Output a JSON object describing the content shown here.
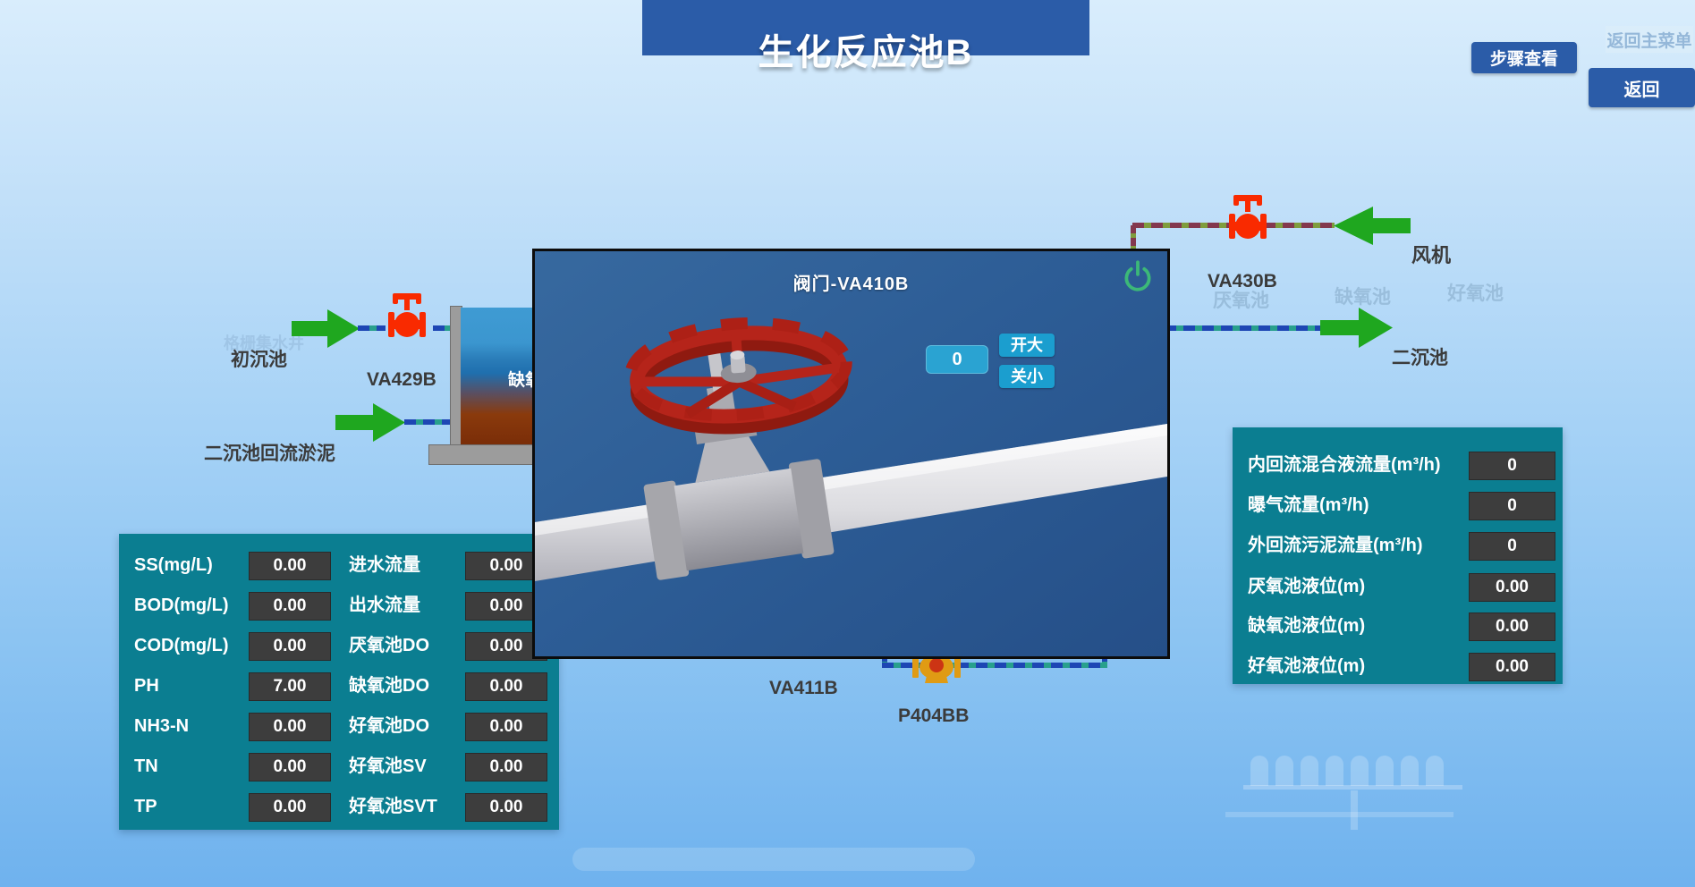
{
  "page_title": "生化反应池B",
  "header": {
    "ghost_button": "返回主菜单",
    "steps_button": "步骤查看",
    "back_button": "返回"
  },
  "flow": {
    "inflow_label": "初沉池",
    "valve_left_label": "VA429B",
    "sludge_return_label": "二沉池回流淤泥",
    "tank_partial_label": "缺氧",
    "blower_label": "风机",
    "valve_air_label": "VA430B",
    "outflow_label": "二沉池",
    "valve_bottom_label": "VA411B",
    "pump_label": "P404BB",
    "watermark_anaerobic": "厌氧池",
    "watermark_anoxic": "缺氧池",
    "watermark_aerobic": "好氧池",
    "watermark_grit": "格栅集水井"
  },
  "left_panel": {
    "rows": [
      {
        "label1": "SS(mg/L)",
        "value1": "0.00",
        "label2": "进水流量",
        "value2": "0.00"
      },
      {
        "label1": "BOD(mg/L)",
        "value1": "0.00",
        "label2": "出水流量",
        "value2": "0.00"
      },
      {
        "label1": "COD(mg/L)",
        "value1": "0.00",
        "label2": "厌氧池DO",
        "value2": "0.00"
      },
      {
        "label1": "PH",
        "value1": "7.00",
        "label2": "缺氧池DO",
        "value2": "0.00"
      },
      {
        "label1": "NH3-N",
        "value1": "0.00",
        "label2": "好氧池DO",
        "value2": "0.00"
      },
      {
        "label1": "TN",
        "value1": "0.00",
        "label2": "好氧池SV",
        "value2": "0.00"
      },
      {
        "label1": "TP",
        "value1": "0.00",
        "label2": "好氧池SVT",
        "value2": "0.00"
      }
    ]
  },
  "right_panel": {
    "rows": [
      {
        "label": "内回流混合液流量(m³/h)",
        "value": "0"
      },
      {
        "label": "曝气流量(m³/h)",
        "value": "0"
      },
      {
        "label": "外回流污泥流量(m³/h)",
        "value": "0"
      },
      {
        "label": "厌氧池液位(m)",
        "value": "0.00"
      },
      {
        "label": "缺氧池液位(m)",
        "value": "0.00"
      },
      {
        "label": "好氧池液位(m)",
        "value": "0.00"
      }
    ]
  },
  "modal": {
    "title": "阀门-VA410B",
    "opening_value": "0",
    "open_more_button": "开大",
    "close_down_button": "关小"
  },
  "colors": {
    "accent_blue": "#2b5ca8",
    "panel_teal": "#0b7e91",
    "value_box_gray": "#3d3d3d",
    "button_cyan": "#1b9ecf",
    "valve_red": "#f92a00",
    "arrow_green": "#1fa71f",
    "power_green": "#3cb878",
    "pump_orange": "#e09b14"
  }
}
